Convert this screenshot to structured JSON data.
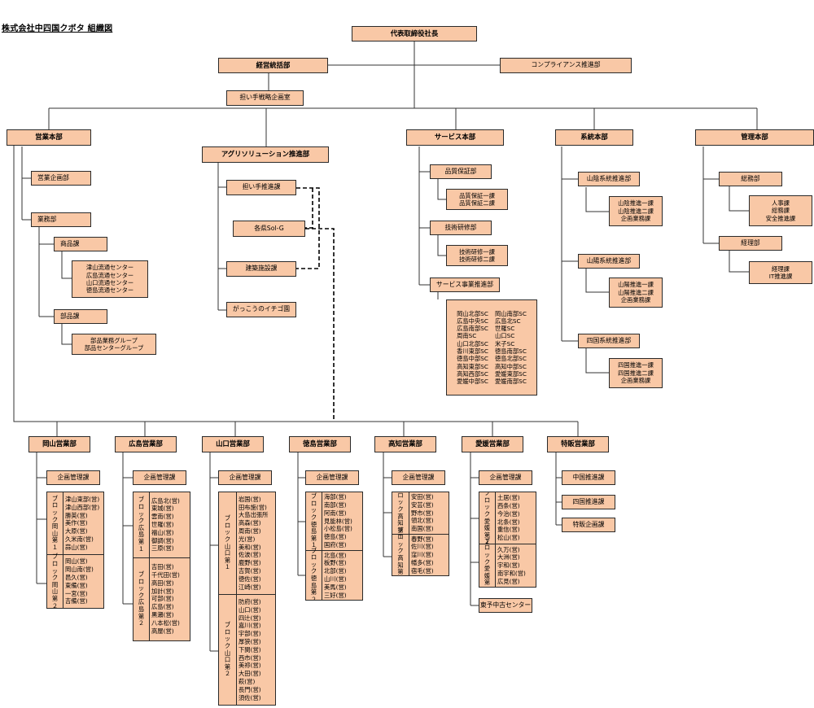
{
  "title": "株式会社中四国クボタ 組織図",
  "top": {
    "president": "代表取締役社長",
    "mgmt": "経営統括部",
    "compliance": "コンプライアンス推進部",
    "strategy": "担い手戦略企画室"
  },
  "sales_hq": {
    "name": "営業本部",
    "planning": "営業企画部",
    "business": "業務部",
    "products": "商品課",
    "products_items": [
      "津山流通センター",
      "広島流通センター",
      "山口流通センター",
      "徳島流通センター"
    ],
    "parts": "部品課",
    "parts_items": [
      "部品業務グループ",
      "部品センターグループ"
    ]
  },
  "agri": {
    "name": "アグリソリューション推進部",
    "ninaite": "担い手推進課",
    "sol": "各県Sol-G",
    "construction": "建築施設課",
    "ichigo": "がっこうのイチゴ園"
  },
  "service": {
    "name": "サービス本部",
    "qa": "品質保証部",
    "qa_items": [
      "品質保証一課",
      "品質保証二課"
    ],
    "tech": "技術研修部",
    "tech_items": [
      "技術研修一課",
      "技術研修二課"
    ],
    "biz": "サービス事業推進部",
    "sc_left": [
      "岡山北部SC",
      "広島中央SC",
      "広島南部SC",
      "周南SC",
      "山口北部SC",
      "香川東部SC",
      "徳島中部SC",
      "高知東部SC",
      "高知西部SC",
      "愛媛中部SC"
    ],
    "sc_right": [
      "岡山南部SC",
      "広島北SC",
      "世羅SC",
      "山口SC",
      "米子SC",
      "徳島南部SC",
      "徳島北部SC",
      "高知中部SC",
      "愛媛東部SC",
      "愛媛南部SC"
    ]
  },
  "system": {
    "name": "系統本部",
    "sanin": "山陰系統推進部",
    "sanin_items": [
      "山陰推進一課",
      "山陰推進二課",
      "企画業務課"
    ],
    "sanyo": "山陽系統推進部",
    "sanyo_items": [
      "山陽推進一課",
      "山陽推進二課",
      "企画業務課"
    ],
    "shikoku": "四国系統推進部",
    "shikoku_items": [
      "四国推進一課",
      "四国推進二課",
      "企画業務課"
    ]
  },
  "admin": {
    "name": "管理本部",
    "general": "総務部",
    "general_items": [
      "人事課",
      "総務課",
      "安全推進課"
    ],
    "finance": "経理部",
    "finance_items": [
      "経理課",
      "IT推進課"
    ]
  },
  "branches": {
    "kikaku": "企画管理課",
    "okayama": {
      "name": "岡山営業部",
      "blocks": [
        {
          "label": [
            "ブ",
            "ロ",
            "ッ",
            "ク",
            "岡",
            "山",
            "第",
            "１"
          ],
          "items": [
            "津山東部(営)",
            "津山西部(営)",
            "勝英(営)",
            "美作(営)",
            "大原(営)",
            "久米南(営)",
            "蒜山(営)"
          ]
        },
        {
          "label": [
            "ブ",
            "ロ",
            "ッ",
            "ク",
            "岡",
            "山",
            "第",
            "２"
          ],
          "items": [
            "岡山(営)",
            "岡山南(営)",
            "邑久(営)",
            "東備(営)",
            "一宮(営)",
            "吉備(営)"
          ]
        }
      ]
    },
    "hiroshima": {
      "name": "広島営業部",
      "blocks": [
        {
          "label": [
            "ブ",
            "ロ",
            "ッ",
            "ク",
            "広",
            "島",
            "第",
            "１"
          ],
          "items": [
            "広島北(営)",
            "東城(営)",
            "雲南(営)",
            "世羅(営)",
            "福山(営)",
            "御調(営)",
            "三原(営)"
          ]
        },
        {
          "label": [
            "ブ",
            "ロ",
            "ッ",
            "ク",
            "広",
            "島",
            "第",
            "２"
          ],
          "items": [
            "吉田(営)",
            "千代田(営)",
            "高田(営)",
            "加計(営)",
            "可部(営)",
            "広島(営)",
            "黒瀬(営)",
            "八本松(営)",
            "高屋(営)"
          ]
        }
      ]
    },
    "yamaguchi": {
      "name": "山口営業部",
      "blocks": [
        {
          "label": [
            "ブ",
            "ロ",
            "ッ",
            "ク",
            "山",
            "口",
            "第",
            "１"
          ],
          "items": [
            "岩国(営)",
            "田布施(営)",
            "大島出張所",
            "高森(営)",
            "周南(営)",
            "光(営)",
            "美和(営)",
            "佐波(営)",
            "鹿野(営)",
            "吉賀(営)",
            "徳佐(営)",
            "江崎(営)"
          ]
        },
        {
          "label": [
            "ブ",
            "ロ",
            "ッ",
            "ク",
            "山",
            "口",
            "第",
            "２"
          ],
          "items": [
            "防府(営)",
            "山口(営)",
            "四辻(営)",
            "嘉川(営)",
            "宇部(営)",
            "厚狭(営)",
            "下関(営)",
            "西市(営)",
            "美祢(営)",
            "大田(営)",
            "萩(営)",
            "長門(営)",
            "須佐(営)"
          ]
        }
      ]
    },
    "tokushima": {
      "name": "徳島営業部",
      "blocks": [
        {
          "label": [
            "ブ",
            "ロ",
            "ッ",
            "ク",
            "徳",
            "島",
            "第",
            "１"
          ],
          "items": [
            "海部(営)",
            "南部(営)",
            "阿南(営)",
            "見能林(営)",
            "小松島(営)",
            "徳島(営)",
            "国府(営)"
          ]
        },
        {
          "label": [
            "ブ",
            "ロ",
            "ッ",
            "ク",
            "徳",
            "島",
            "第",
            "２"
          ],
          "items": [
            "北島(営)",
            "板野(営)",
            "北部(営)",
            "山川(営)",
            "美馬(営)",
            "三好(営)"
          ]
        }
      ]
    },
    "kochi": {
      "name": "高知営業部",
      "blocks": [
        {
          "label": [
            "ブ",
            "ロ",
            "ッ",
            "ク",
            "高",
            "知",
            "第",
            "１"
          ],
          "items": [
            "安田(営)",
            "安芸(営)",
            "野市(営)",
            "領北(営)",
            "南国(営)"
          ]
        },
        {
          "label": [
            "ブ",
            "ロ",
            "ッ",
            "ク",
            "高",
            "知",
            "第",
            "２"
          ],
          "items": [
            "春野(営)",
            "佐川(営)",
            "窪川(営)",
            "幡多(営)",
            "宿毛(営)"
          ]
        }
      ]
    },
    "ehime": {
      "name": "愛媛営業部",
      "blocks": [
        {
          "label": [
            "ブ",
            "ロ",
            "ッ",
            "ク",
            "愛",
            "媛",
            "第",
            "１"
          ],
          "items": [
            "土居(営)",
            "西条(営)",
            "今治(営)",
            "北条(営)",
            "重信(営)",
            "松山(営)"
          ]
        },
        {
          "label": [
            "ブ",
            "ロ",
            "ッ",
            "ク",
            "愛",
            "媛",
            "第",
            "２"
          ],
          "items": [
            "久万(営)",
            "大洲(営)",
            "宇和(営)",
            "南宇和(営)",
            "広見(営)"
          ]
        }
      ],
      "extra": "東予中古センター"
    },
    "special": {
      "name": "特販営業部",
      "items": [
        "中国推進課",
        "四国推進課",
        "特販企画課"
      ]
    }
  }
}
